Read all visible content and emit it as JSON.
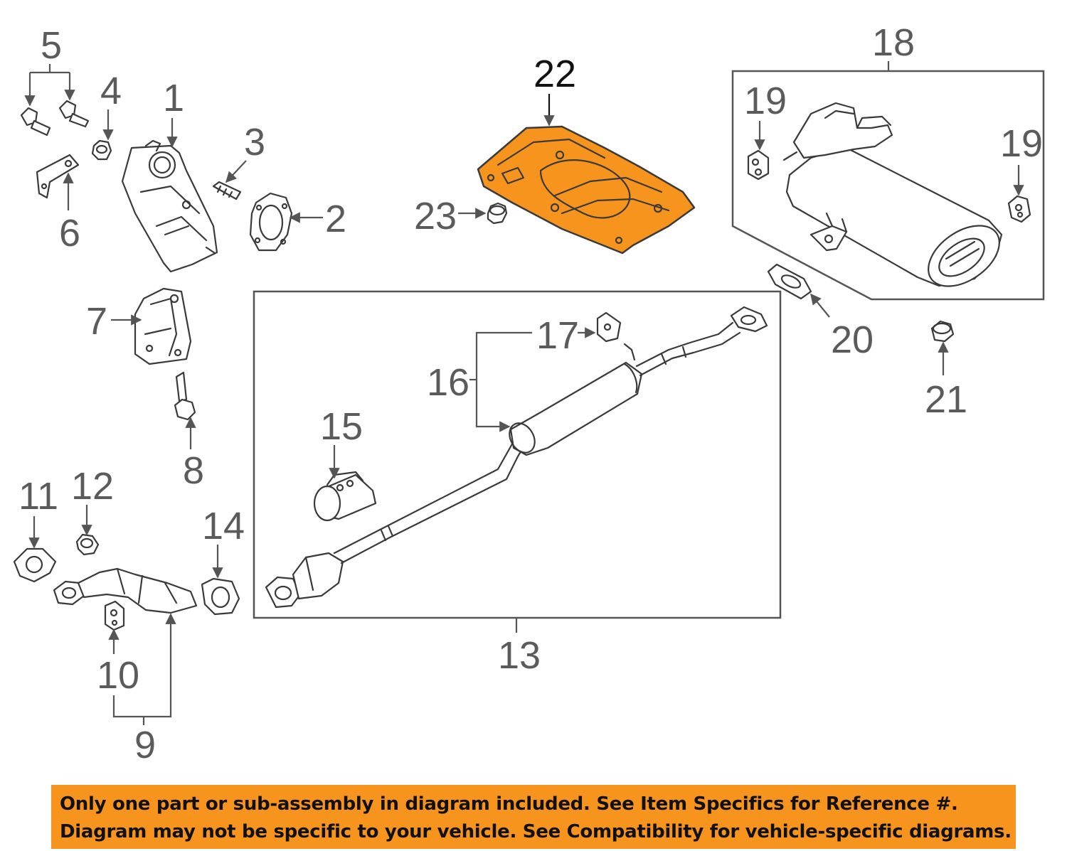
{
  "colors": {
    "highlight_part": "#f7941d",
    "banner": "#f7941d",
    "callout_text": "#5b5b5b",
    "highlight_callout_text": "#111111",
    "line_art": "#3a3a3a"
  },
  "highlighted_part": "22",
  "callouts": {
    "c1": "1",
    "c2": "2",
    "c3": "3",
    "c4": "4",
    "c5": "5",
    "c6": "6",
    "c7": "7",
    "c8": "8",
    "c9": "9",
    "c10": "10",
    "c11": "11",
    "c12": "12",
    "c13": "13",
    "c14": "14",
    "c15": "15",
    "c16": "16",
    "c17": "17",
    "c18": "18",
    "c19a": "19",
    "c19b": "19",
    "c20": "20",
    "c21": "21",
    "c22": "22",
    "c23": "23"
  },
  "banner": {
    "line1": "Only one part or sub-assembly in diagram included. See Item Specifics for Reference #.",
    "line2": "Diagram may not be specific to your vehicle. See Compatibility for vehicle-specific diagrams."
  }
}
